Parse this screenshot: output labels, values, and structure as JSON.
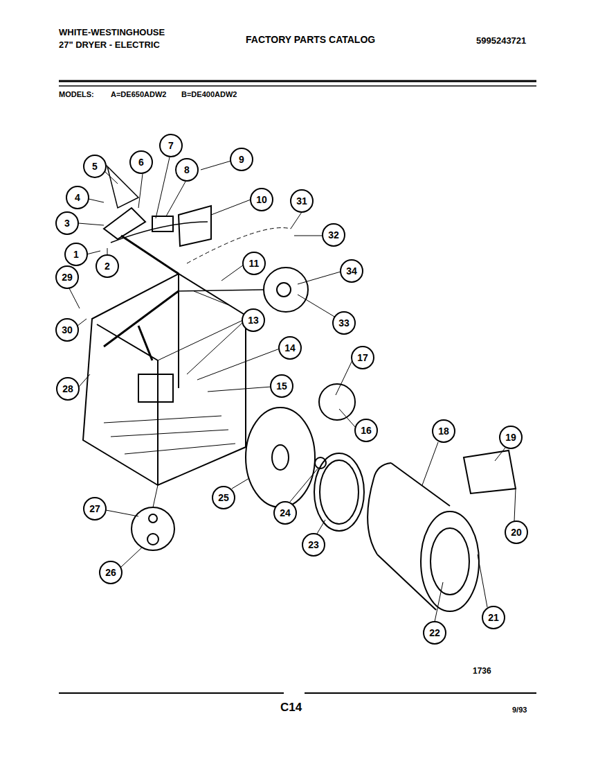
{
  "diagram": {
    "title": "FACTORY PARTS CATALOG",
    "nodes": [
      {
        "text": [
          "1"
        ]
      },
      {
        "text": [
          "2"
        ]
      },
      {
        "text": [
          "3"
        ]
      },
      {
        "text": [
          "4"
        ]
      },
      {
        "text": [
          "5"
        ]
      },
      {
        "text": [
          "6"
        ]
      },
      {
        "text": [
          "7"
        ]
      },
      {
        "text": [
          "8"
        ]
      },
      {
        "text": [
          "9"
        ]
      },
      {
        "text": [
          "10"
        ]
      },
      {
        "text": [
          "11"
        ]
      },
      {
        "text": [
          "13"
        ]
      },
      {
        "text": [
          "14"
        ]
      },
      {
        "text": [
          "15"
        ]
      },
      {
        "text": [
          "16"
        ]
      },
      {
        "text": [
          "17"
        ]
      },
      {
        "text": [
          "18"
        ]
      },
      {
        "text": [
          "19"
        ]
      },
      {
        "text": [
          "20"
        ]
      },
      {
        "text": [
          "21"
        ]
      },
      {
        "text": [
          "22"
        ]
      },
      {
        "text": [
          "23"
        ]
      },
      {
        "text": [
          "24"
        ]
      },
      {
        "text": [
          "25"
        ]
      },
      {
        "text": [
          "26"
        ]
      },
      {
        "text": [
          "27"
        ]
      },
      {
        "text": [
          "28"
        ]
      },
      {
        "text": [
          "29"
        ]
      },
      {
        "text": [
          "30"
        ]
      },
      {
        "text": [
          "31"
        ]
      },
      {
        "text": [
          "32"
        ]
      },
      {
        "text": [
          "33"
        ]
      },
      {
        "text": [
          "34"
        ]
      }
    ],
    "labels": [
      "WHITE-WESTINGHOUSE",
      "27\" DRYER - ELECTRIC",
      "5995243721",
      "MODELS:",
      "A=DE650ADW2",
      "B=DE400ADW2",
      "1736",
      "C14",
      "9/93"
    ]
  }
}
